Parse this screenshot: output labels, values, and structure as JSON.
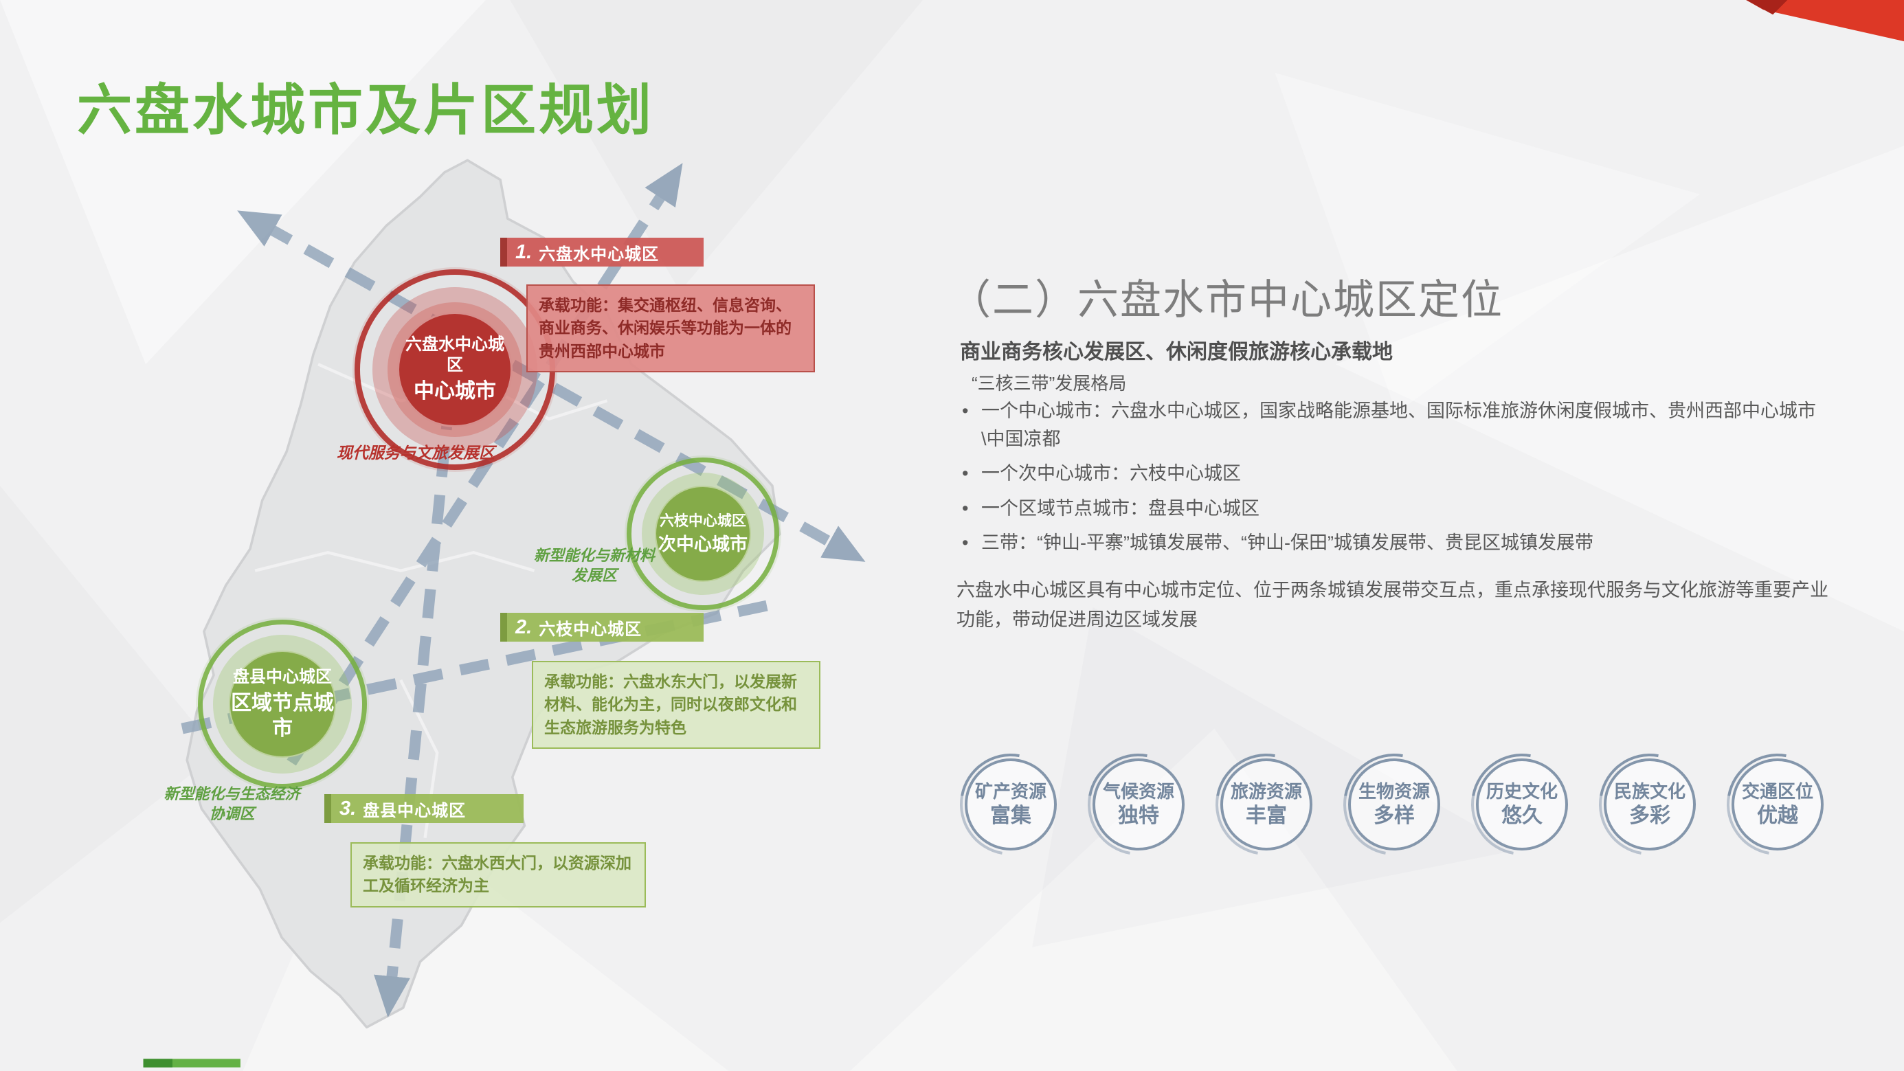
{
  "slide": {
    "title": "六盘水城市及片区规划"
  },
  "map": {
    "cities": {
      "central": {
        "name": "六盘水中心城区",
        "role": "中心城市",
        "zone": "现代服务与文旅发展区"
      },
      "liuzhi": {
        "name": "六枝中心城区",
        "role": "次中心城市",
        "zone": "新型能化与新材料\n发展区"
      },
      "panxian": {
        "name": "盘县中心城区",
        "role": "区域节点城市",
        "zone": "新型能化与生态经济\n协调区"
      }
    },
    "callouts": [
      {
        "num": "1.",
        "title": "六盘水中心城区",
        "body": "承载功能：集交通枢纽、信息咨询、商业商务、休闲娱乐等功能为一体的贵州西部中心城市"
      },
      {
        "num": "2.",
        "title": "六枝中心城区",
        "body": "承载功能：六盘水东大门，以发展新材料、能化为主，同时以夜郎文化和生态旅游服务为特色"
      },
      {
        "num": "3.",
        "title": "盘县中心城区",
        "body": "承载功能：六盘水西大门，以资源深加工及循环经济为主"
      }
    ]
  },
  "right": {
    "heading": "（二）六盘水市中心城区定位",
    "subheading": "商业商务核心发展区、休闲度假旅游核心承载地",
    "pattern_label": "“三核三带”发展格局",
    "bullets": [
      "一个中心城市：六盘水中心城区，国家战略能源基地、国际标准旅游休闲度假城市、贵州西部中心城市\\中国凉都",
      "一个次中心城市：六枝中心城区",
      "一个区域节点城市：盘县中心城区",
      "三带：“钟山-平寨”城镇发展带、“钟山-保田”城镇发展带、贵昆区城镇发展带"
    ],
    "paragraph": "六盘水中心城区具有中心城市定位、位于两条城镇发展带交互点，重点承接现代服务与文化旅游等重要产业功能，带动促进周边区域发展",
    "badges": [
      {
        "line1": "矿产资源",
        "line2": "富集"
      },
      {
        "line1": "气候资源",
        "line2": "独特"
      },
      {
        "line1": "旅游资源",
        "line2": "丰富"
      },
      {
        "line1": "生物资源",
        "line2": "多样"
      },
      {
        "line1": "历史文化",
        "line2": "悠久"
      },
      {
        "line1": "民族文化",
        "line2": "多彩"
      },
      {
        "line1": "交通区位",
        "line2": "优越"
      }
    ]
  },
  "colors": {
    "title_green": "#65b341",
    "red_accent": "#b43430",
    "green_accent": "#85ab49",
    "slate_badge": "#8496ab",
    "text_gray": "#595959"
  }
}
